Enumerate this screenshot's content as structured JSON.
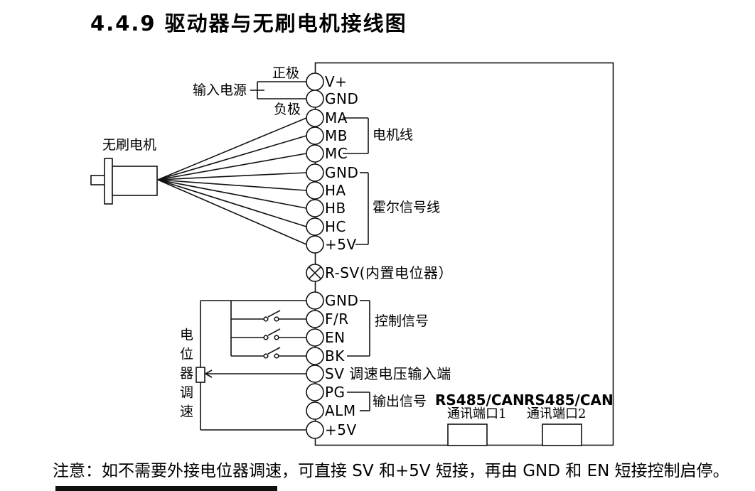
{
  "title": "4.4.9 驱动器与无刷电机接线图",
  "note": "注意：如不需要外接电位器调速，可直接 SV 和+5V 短接，再由 GND 和 EN 短接控制启停。",
  "power": {
    "label": "输入电源",
    "positive": "正极",
    "negative": "负极"
  },
  "motor": {
    "label": "无刷电机"
  },
  "terminals": [
    "V+",
    "GND",
    "MA",
    "MB",
    "MC",
    "GND",
    "HA",
    "HB",
    "HC",
    "+5V",
    "R-SV(内置电位器）",
    "GND",
    "F/R",
    "EN",
    "BK",
    "SV 调速电压输入端",
    "PG",
    "ALM",
    "+5V"
  ],
  "groups": {
    "motor_wires": "电机线",
    "hall_wires": "霍尔信号线",
    "control": "控制信号",
    "output": "输出信号"
  },
  "potentiometer": {
    "label": "电位器调速"
  },
  "ports": {
    "port1_title": "RS485/CAN",
    "port1_sub": "通讯端口1",
    "port2_title": "RS485/CAN",
    "port2_sub": "通讯端口2"
  },
  "colors": {
    "line": "#000000",
    "background": "#ffffff"
  }
}
